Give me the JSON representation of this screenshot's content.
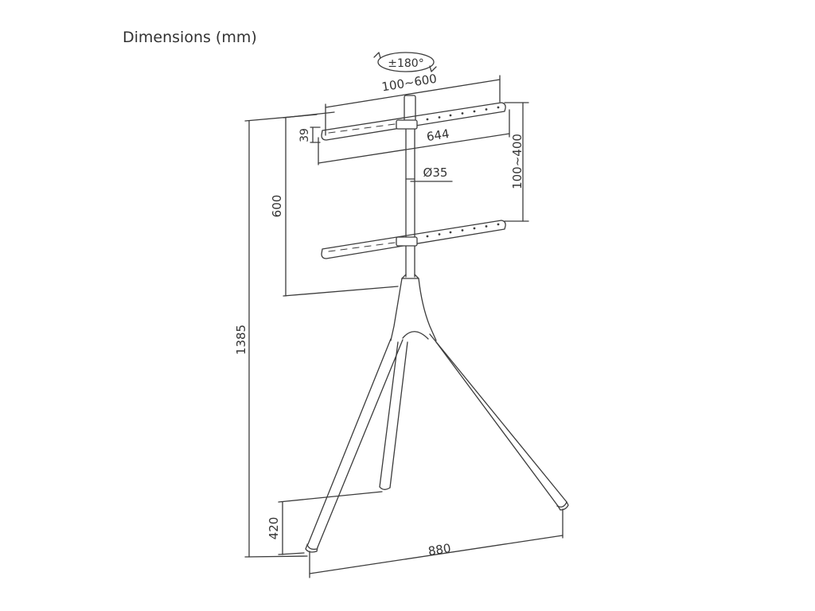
{
  "header": {
    "title": "Dimensions (mm)"
  },
  "dimensions": {
    "rotation": "±180°",
    "vesa_horizontal": "100~600",
    "bracket_height": "39",
    "bracket_width": "644",
    "pole_diameter": "Ø35",
    "vesa_vertical": "100~400",
    "bracket_spacing": "600",
    "total_height": "1385",
    "rear_leg_height": "420",
    "base_width": "880"
  }
}
